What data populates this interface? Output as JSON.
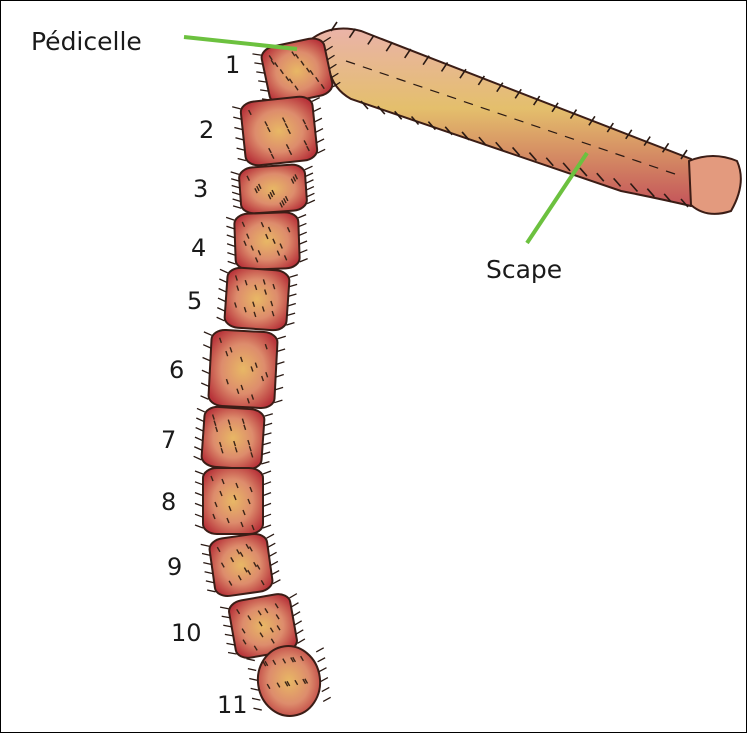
{
  "labels": {
    "pedicelle": "Pédicelle",
    "scape": "Scape"
  },
  "segment_numbers": [
    "1",
    "2",
    "3",
    "4",
    "5",
    "6",
    "7",
    "8",
    "9",
    "10",
    "11"
  ],
  "colors": {
    "border": "#000000",
    "segment_edge": "#b8343a",
    "segment_fill": "#d9856a",
    "segment_core": "#e6b266",
    "scape_edge": "#c4545a",
    "scape_fill": "#e8a79e",
    "scape_core": "#e2bd6a",
    "hair": "#2a1a14",
    "leader": "#6cc13f"
  },
  "icons": [
    "antenna-illustration"
  ]
}
